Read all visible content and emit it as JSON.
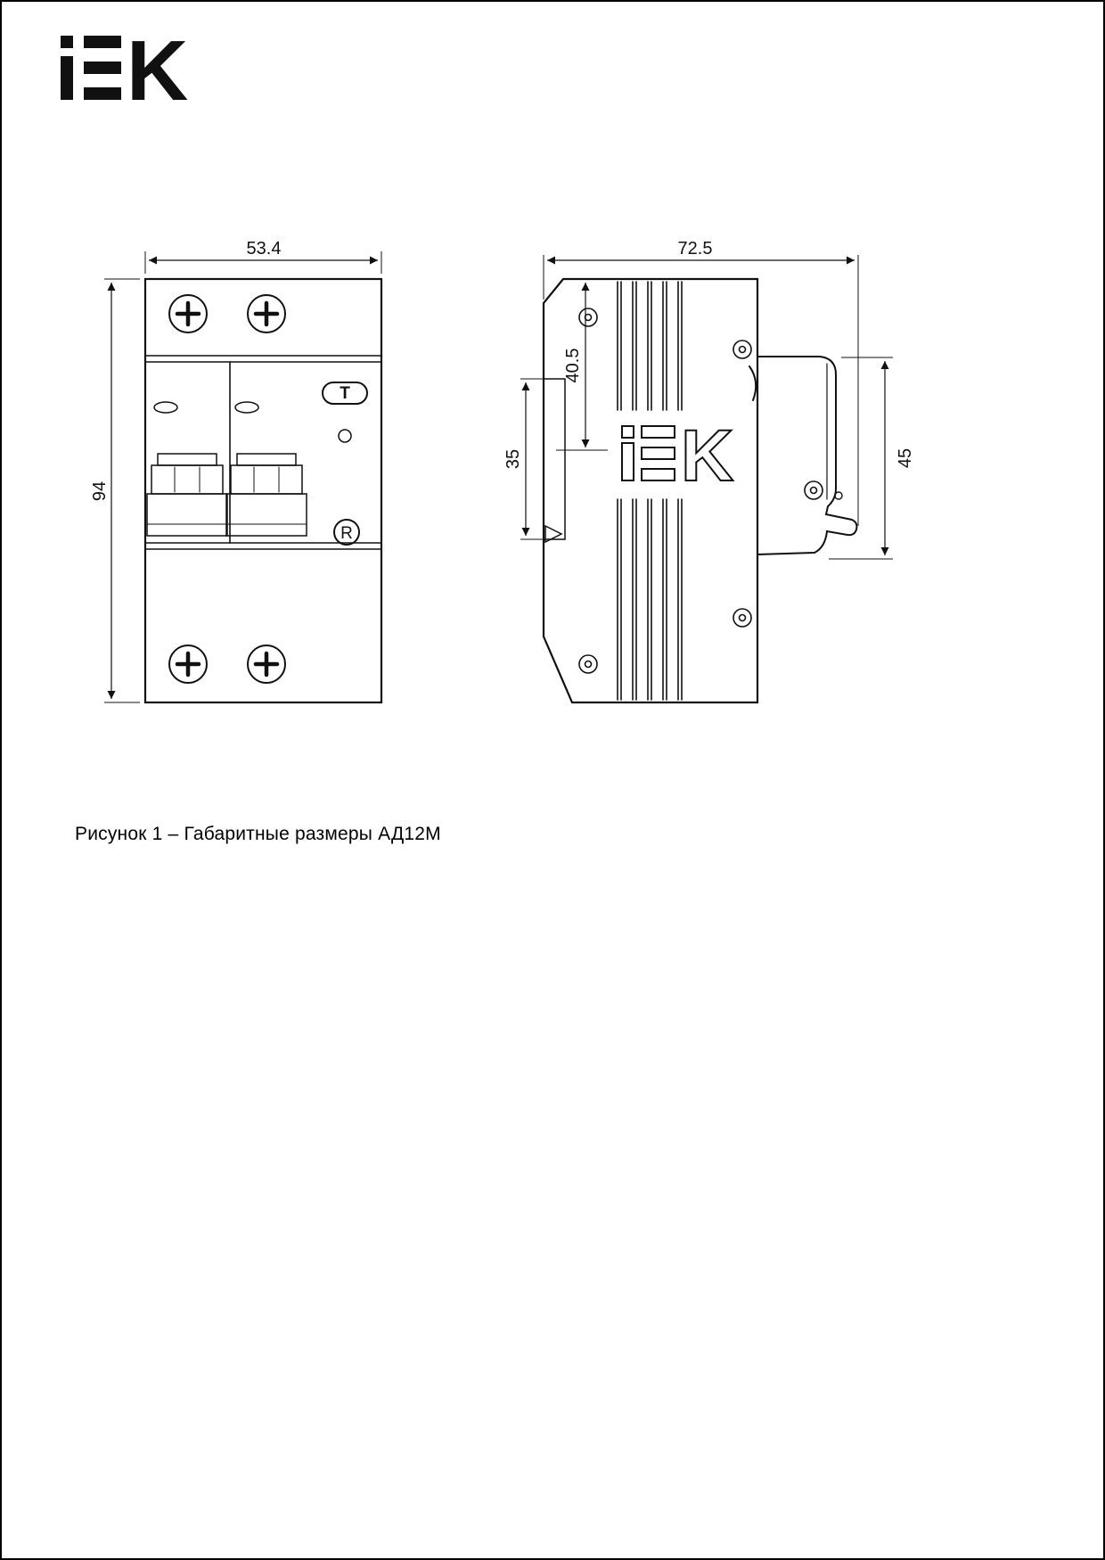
{
  "brand": {
    "text": "iEK",
    "k": "K"
  },
  "figure": {
    "caption": "Рисунок 1 – Габаритные размеры АД12М"
  },
  "front_view": {
    "dim_width": "53.4",
    "dim_height": "94",
    "test_button": "T",
    "reset_button": "R"
  },
  "side_view": {
    "dim_width": "72.5",
    "dim_upper": "40.5",
    "dim_rail": "35",
    "dim_side": "45",
    "logo_text": "IEK",
    "logo_k": "K"
  }
}
